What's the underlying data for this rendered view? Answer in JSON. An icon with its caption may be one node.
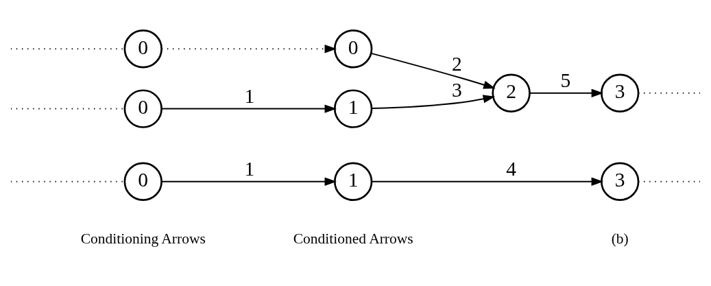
{
  "diagram": {
    "nodes": [
      {
        "text": [
          "0"
        ]
      },
      {
        "text": [
          "1"
        ]
      },
      {
        "text": [
          "3"
        ]
      },
      {
        "text": [
          "0"
        ]
      },
      {
        "text": [
          "1"
        ]
      },
      {
        "text": [
          "2"
        ]
      },
      {
        "text": [
          "3"
        ]
      },
      {
        "text": [
          "0"
        ]
      },
      {
        "text": [
          "0"
        ]
      }
    ],
    "edges": [
      {
        "from": 0,
        "to": 1,
        "arrow": "to",
        "label": "1"
      },
      {
        "from": 1,
        "to": 2,
        "arrow": "to",
        "label": "4"
      },
      {
        "from": 3,
        "to": 4,
        "arrow": "to",
        "label": "1"
      },
      {
        "from": 4,
        "to": 5,
        "arrow": "to",
        "label": "3"
      },
      {
        "from": 5,
        "to": 6,
        "arrow": "to",
        "label": "5"
      },
      {
        "from": 7,
        "to": 8,
        "arrow": "to",
        "style": "dashed"
      },
      {
        "from": 8,
        "to": 5,
        "arrow": "to",
        "label": "2"
      },
      {
        "from": null,
        "to": 0,
        "arrow": "none",
        "style": "dashed"
      },
      {
        "from": null,
        "to": 3,
        "arrow": "none",
        "style": "dashed"
      },
      {
        "from": null,
        "to": 7,
        "arrow": "none",
        "style": "dashed"
      },
      {
        "from": 2,
        "to": null,
        "arrow": "none",
        "style": "dashed"
      },
      {
        "from": 6,
        "to": null,
        "arrow": "none",
        "style": "dashed"
      }
    ],
    "labels": [
      "Conditioning Arrows",
      "Conditioned Arrows",
      "(b)"
    ]
  }
}
